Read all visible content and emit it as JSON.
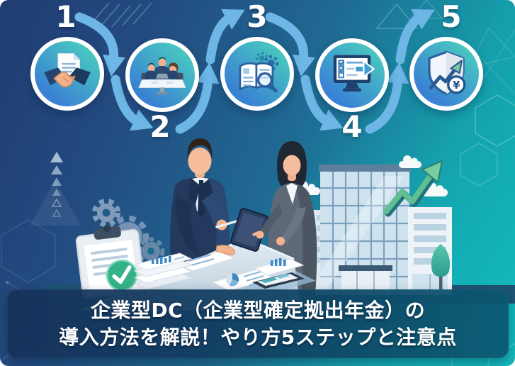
{
  "banner": {
    "line1": "企業型DC（企業型確定拠出年金）の",
    "line2": "導入方法を解説！やり方5ステップと注意点"
  },
  "steps": [
    {
      "number": "1",
      "icon": "handshake-document-icon"
    },
    {
      "number": "2",
      "icon": "meeting-discussion-icon"
    },
    {
      "number": "3",
      "icon": "book-research-icon"
    },
    {
      "number": "4",
      "icon": "monitor-checklist-icon"
    },
    {
      "number": "5",
      "icon": "shield-growth-yen-icon",
      "badge": "¥"
    }
  ],
  "scene": {
    "elements": [
      "gears-icon",
      "clipboard-check-icon",
      "document-stack",
      "businessman",
      "businesswoman",
      "desk-documents",
      "tablet",
      "office-buildings",
      "growth-arrow-icon",
      "clouds",
      "tree",
      "ground"
    ]
  },
  "colors": {
    "background_top_left": "#203d72",
    "background_bottom_right": "#12b7ba",
    "step_circle_teal": "#4ad0bd",
    "step_circle_blue": "#3a82d4",
    "arrow_blue": "#6db6e5",
    "banner_left": "#16315a",
    "banner_right": "#0a5871",
    "check_green": "#35b287",
    "growth_arrow_green": "#5fbe92"
  }
}
